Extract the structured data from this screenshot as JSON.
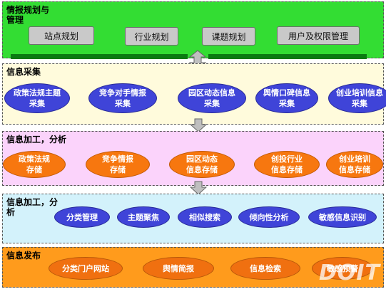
{
  "layers": {
    "plan": {
      "title": "情报规划与管理",
      "buttons": [
        "站点规划",
        "行业规划",
        "课题规划",
        "用户及权限管理"
      ]
    },
    "collect": {
      "title": "信息采集",
      "items": [
        "政策法规主题\n采集",
        "竞争对手情报\n采集",
        "园区动态信息\n采集",
        "舆情口碑信息\n采集",
        "创业培训信息\n采集"
      ]
    },
    "process1": {
      "title": "信息加工，分析",
      "items": [
        "政策法规\n存储",
        "竞争情报\n存储",
        "园区动态\n信息存储",
        "创投行业\n信息存储",
        "创业培训\n信息存储"
      ]
    },
    "process2": {
      "title": "信息加工，分\n析",
      "items": [
        "分类管理",
        "主题聚焦",
        "相似搜索",
        "倾向性分析",
        "敏感信息识别"
      ]
    },
    "publish": {
      "title": "信息发布",
      "items": [
        "分类门户网站",
        "舆情简报",
        "信息检索",
        "敏感预警"
      ]
    }
  },
  "watermark": "DOIT",
  "colors": {
    "plan_bg": "#33dd33",
    "collect_bg": "#fffbdc",
    "process1_bg": "#fbd3fb",
    "process2_bg": "#d3f2fb",
    "publish_bg": "#ff9b1c",
    "ellipse_blue": "#3f44d8",
    "ellipse_orange": "#f7770f"
  }
}
